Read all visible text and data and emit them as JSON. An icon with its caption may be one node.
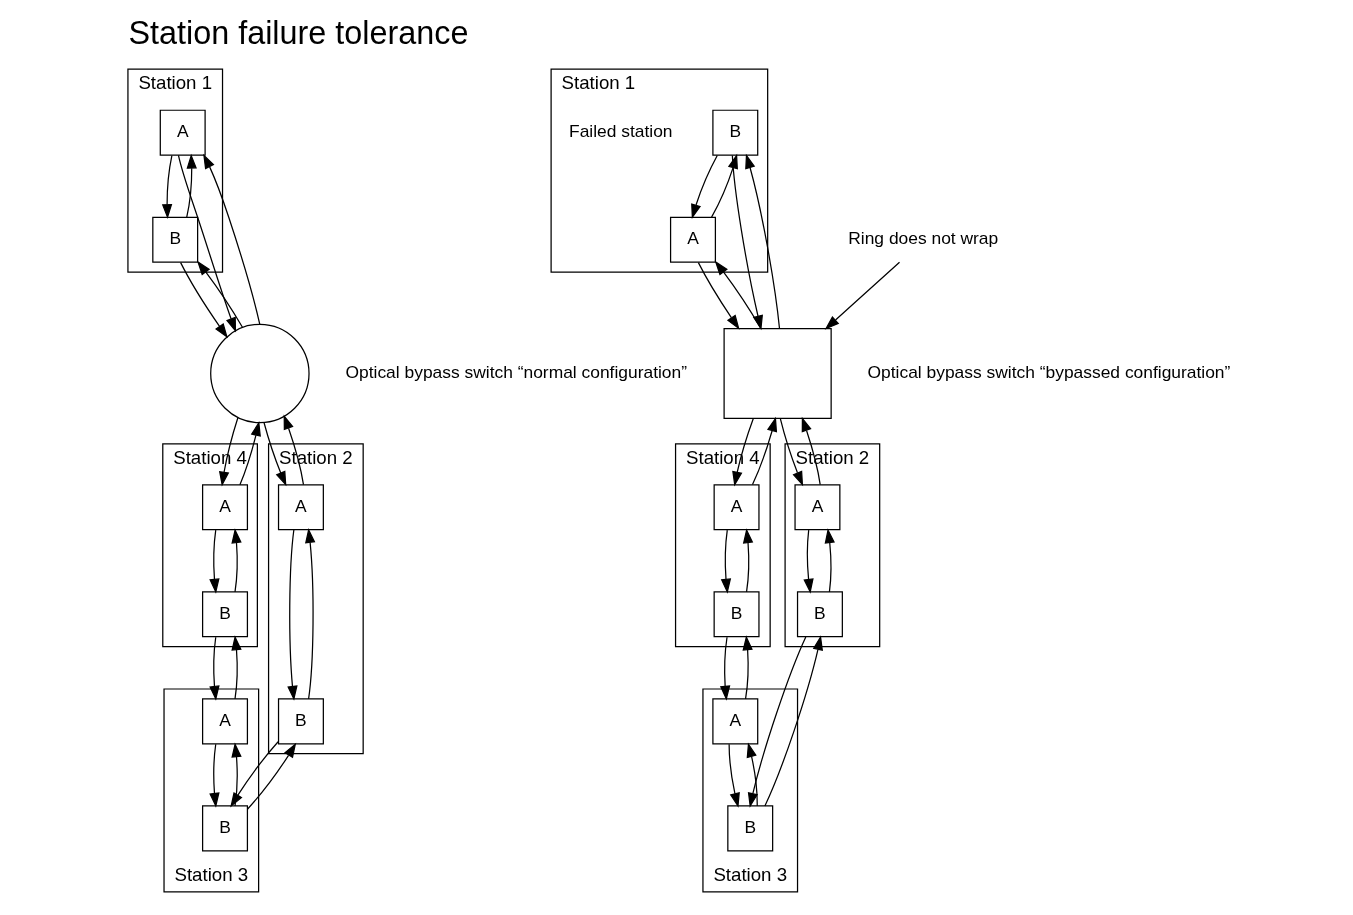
{
  "diagram": {
    "title": "Station failure tolerance",
    "nodes": [
      {
        "text": [
          "Station 1"
        ]
      },
      {
        "text": [
          "A"
        ],
        "in": 0
      },
      {
        "text": [
          "B"
        ],
        "in": 0
      },
      {
        "text": [],
        "shape": "circle",
        "beside": [
          "Optical bypass switch “normal configuration”"
        ]
      },
      {
        "text": [
          "Station 4"
        ]
      },
      {
        "text": [
          "A"
        ],
        "in": 4
      },
      {
        "text": [
          "B"
        ],
        "in": 4
      },
      {
        "text": [
          "Station 2"
        ]
      },
      {
        "text": [
          "A"
        ],
        "in": 7
      },
      {
        "text": [
          "B"
        ],
        "in": 7
      },
      {
        "text": [
          "Station 3"
        ]
      },
      {
        "text": [
          "A"
        ],
        "in": 10
      },
      {
        "text": [
          "B"
        ],
        "in": 10
      },
      {
        "text": [
          "Station 1"
        ],
        "beside": [
          "Failed station"
        ]
      },
      {
        "text": [
          "B"
        ],
        "in": 13
      },
      {
        "text": [
          "A"
        ],
        "in": 13
      },
      {
        "text": [],
        "shape": "box",
        "beside": [
          "Optical bypass switch “bypassed configuration”"
        ]
      },
      {
        "text": [
          "Ring does not wrap"
        ]
      },
      {
        "text": [
          "Station 4"
        ]
      },
      {
        "text": [
          "A"
        ],
        "in": 18
      },
      {
        "text": [
          "B"
        ],
        "in": 18
      },
      {
        "text": [
          "Station 2"
        ]
      },
      {
        "text": [
          "A"
        ],
        "in": 21
      },
      {
        "text": [
          "B"
        ],
        "in": 21
      },
      {
        "text": [
          "Station 3"
        ]
      },
      {
        "text": [
          "A"
        ],
        "in": 24
      },
      {
        "text": [
          "B"
        ],
        "in": 24
      }
    ],
    "edges": [
      {
        "from": 2,
        "to": 1,
        "arrow": "to"
      },
      {
        "from": 1,
        "to": 2,
        "arrow": "to"
      },
      {
        "from": 1,
        "to": 3,
        "arrow": "to"
      },
      {
        "from": 3,
        "to": 5,
        "arrow": "to"
      },
      {
        "from": 5,
        "to": 3,
        "arrow": "to"
      },
      {
        "from": 3,
        "to": 1,
        "arrow": "to"
      },
      {
        "from": 2,
        "to": 3,
        "arrow": "to"
      },
      {
        "from": 3,
        "to": 8,
        "arrow": "to"
      },
      {
        "from": 8,
        "to": 3,
        "arrow": "to"
      },
      {
        "from": 3,
        "to": 2,
        "arrow": "to"
      },
      {
        "from": 5,
        "to": 6,
        "arrow": "to"
      },
      {
        "from": 6,
        "to": 5,
        "arrow": "to"
      },
      {
        "from": 6,
        "to": 11,
        "arrow": "to"
      },
      {
        "from": 11,
        "to": 6,
        "arrow": "to"
      },
      {
        "from": 8,
        "to": 9,
        "arrow": "to"
      },
      {
        "from": 9,
        "to": 8,
        "arrow": "to"
      },
      {
        "from": 9,
        "to": 12,
        "arrow": "to"
      },
      {
        "from": 12,
        "to": 9,
        "arrow": "to"
      },
      {
        "from": 11,
        "to": 12,
        "arrow": "to"
      },
      {
        "from": 12,
        "to": 11,
        "arrow": "to"
      },
      {
        "from": 15,
        "to": 14,
        "arrow": "to"
      },
      {
        "from": 14,
        "to": 15,
        "arrow": "to"
      },
      {
        "from": 14,
        "to": 16,
        "arrow": "to"
      },
      {
        "from": 16,
        "to": 14,
        "arrow": "to"
      },
      {
        "from": 15,
        "to": 16,
        "arrow": "to"
      },
      {
        "from": 16,
        "to": 15,
        "arrow": "to"
      },
      {
        "from": 17,
        "to": 16,
        "arrow": "to"
      },
      {
        "from": 16,
        "to": 19,
        "arrow": "to"
      },
      {
        "from": 19,
        "to": 16,
        "arrow": "to"
      },
      {
        "from": 16,
        "to": 22,
        "arrow": "to"
      },
      {
        "from": 22,
        "to": 16,
        "arrow": "to"
      },
      {
        "from": 19,
        "to": 20,
        "arrow": "to"
      },
      {
        "from": 20,
        "to": 19,
        "arrow": "to"
      },
      {
        "from": 20,
        "to": 25,
        "arrow": "to"
      },
      {
        "from": 25,
        "to": 20,
        "arrow": "to"
      },
      {
        "from": 22,
        "to": 23,
        "arrow": "to"
      },
      {
        "from": 23,
        "to": 22,
        "arrow": "to"
      },
      {
        "from": 23,
        "to": 26,
        "arrow": "to"
      },
      {
        "from": 26,
        "to": 23,
        "arrow": "to"
      },
      {
        "from": 25,
        "to": 26,
        "arrow": "to"
      },
      {
        "from": 26,
        "to": 25,
        "arrow": "to"
      }
    ]
  }
}
